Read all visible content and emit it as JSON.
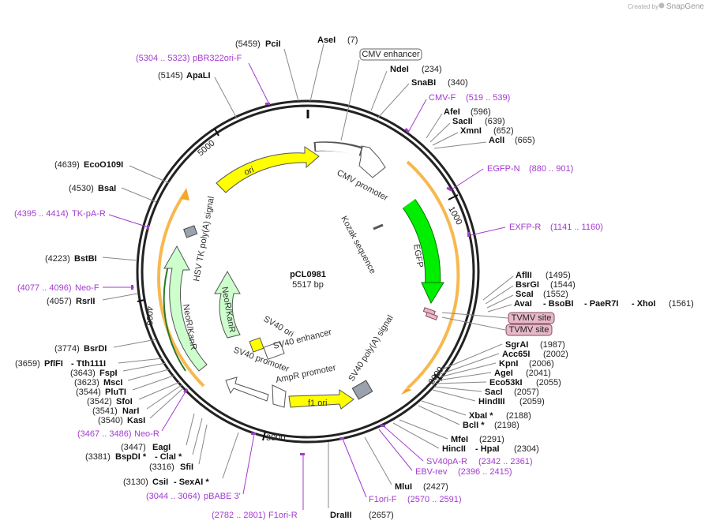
{
  "credit": {
    "prefix": "Created by",
    "logo": "SnapGene"
  },
  "plasmid": {
    "name": "pCL0981",
    "length": "5517 bp"
  },
  "ticks": [
    "1000",
    "2000",
    "3000",
    "4000",
    "5000"
  ],
  "features": {
    "cmv_promoter": "CMV promoter",
    "kozak": "Kozak sequence",
    "egfp": "EGFP",
    "sv40_polya": "SV40 poly(A) signal",
    "f1_ori": "f1 ori",
    "ampr_promoter": "AmpR promoter",
    "sv40_promoter": "SV40 promoter",
    "sv40_enhancer": "SV40 enhancer",
    "sv40_ori": "SV40 ori",
    "neor_inner": "NeoR/KanR",
    "neor_outer": "NeoR/KanR",
    "hsv_tk": "HSV TK poly(A) signal",
    "ori": "ori",
    "cmv_enhancer": "CMV enhancer",
    "tvmv1": "TVMV site",
    "tvmv2": "TVMV site"
  },
  "colors": {
    "egfp": "#00ee00",
    "ori": "#ffff00",
    "neor": "#ccffcc",
    "primer": "#a23bd0",
    "tvmv": "#e6b8c8",
    "annotation_ring": "#f5a623"
  }
}
